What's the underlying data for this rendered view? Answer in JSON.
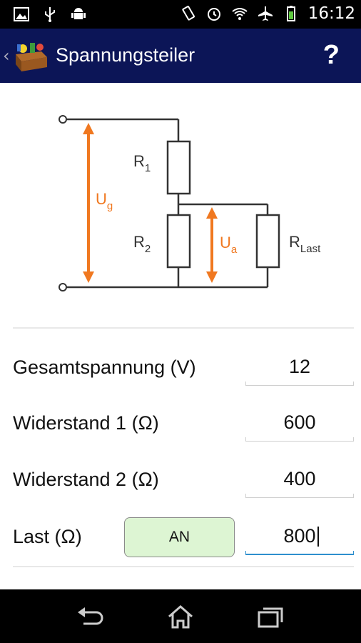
{
  "status_bar": {
    "time": "16:12",
    "icons": [
      "image-icon",
      "usb-icon",
      "android-icon",
      "vibrate-icon",
      "alarm-icon",
      "wifi-icon",
      "airplane-icon",
      "battery-icon"
    ]
  },
  "action_bar": {
    "title": "Spannungsteiler",
    "help_label": "?",
    "back_label": "‹"
  },
  "circuit": {
    "labels": {
      "r1": "R",
      "r1_sub": "1",
      "r2": "R",
      "r2_sub": "2",
      "rlast": "R",
      "rlast_sub": "Last",
      "ug": "U",
      "ug_sub": "g",
      "ua": "U",
      "ua_sub": "a"
    },
    "colors": {
      "wire": "#333333",
      "arrow": "#f07820"
    }
  },
  "form": {
    "rows": [
      {
        "label": "Gesamtspannung (V)",
        "value": "12"
      },
      {
        "label": "Widerstand 1 (Ω)",
        "value": "600"
      },
      {
        "label": "Widerstand 2 (Ω)",
        "value": "400"
      },
      {
        "label": "Last (Ω)",
        "value": "800",
        "toggle_label": "AN"
      }
    ]
  },
  "nav_bar": {
    "icons": [
      "back-icon",
      "home-icon",
      "recent-apps-icon"
    ]
  }
}
